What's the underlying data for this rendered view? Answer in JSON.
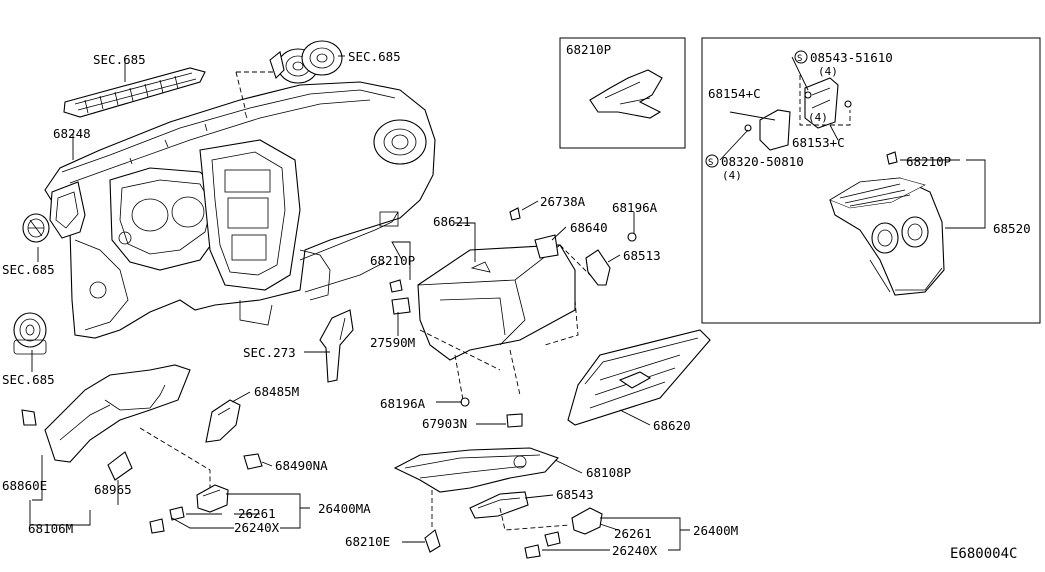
{
  "diagram_id": "E680004C",
  "callouts": {
    "sec685_top_left": "SEC.685",
    "sec685_top_right": "SEC.685",
    "sec685_left_upper": "SEC.685",
    "sec685_left_lower": "SEC.685",
    "p68248": "68248",
    "p26738A": "26738A",
    "p68196A_top": "68196A",
    "p68621": "68621",
    "p68640": "68640",
    "p68210P_mid": "68210P",
    "p68513": "68513",
    "p27590M": "27590M",
    "sec273": "SEC.273",
    "p68485M": "68485M",
    "p68196A_bottom": "68196A",
    "p68620": "68620",
    "p67903N": "67903N",
    "p68490NA": "68490NA",
    "p68108P": "68108P",
    "p68543": "68543",
    "p68860E": "68860E",
    "p68965": "68965",
    "p26261_left": "26261",
    "p26400MA": "26400MA",
    "p26240X_left": "26240X",
    "p68106M": "68106M",
    "p68210E": "68210E",
    "p26261_right": "26261",
    "p26400M": "26400M",
    "p26240X_right": "26240X"
  },
  "inset_clip": {
    "label": "68210P"
  },
  "inset_panel": {
    "screw_top": "08543-51610",
    "screw_top_qty": "(4)",
    "bracket_left": "68154+C",
    "screw_mid_qty": "(4)",
    "bracket_right": "68153+C",
    "screw_bottom": "08320-50810",
    "screw_bottom_qty": "(4)",
    "clip": "68210P",
    "panel": "68520",
    "circle_s": "S"
  }
}
